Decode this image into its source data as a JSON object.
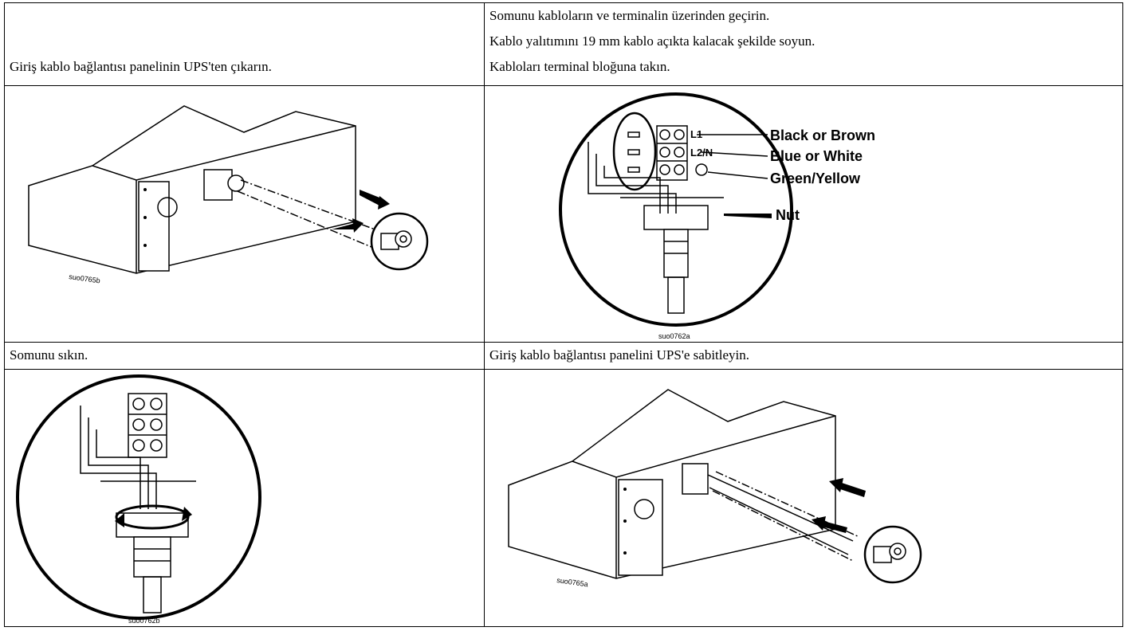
{
  "steps": {
    "remove_panel": "Giriş kablo bağlantısı panelinin UPS'ten çıkarın.",
    "lines_right_top": [
      "Somunu kabloların ve terminalin üzerinden geçirin.",
      "Kablo yalıtımını 19 mm kablo açıkta kalacak şekilde soyun.",
      "Kabloları terminal bloğuna takın."
    ],
    "tighten_nut": "Somunu sıkın.",
    "attach_panel": "Giriş kablo bağlantısı panelini UPS'e sabitleyin."
  },
  "figures": {
    "fig1_code": "suo0765b",
    "fig2_code": "suo0762a",
    "fig3_code": "suo0762b",
    "fig4_code": "suo0765a",
    "terminals": {
      "l1": "L1",
      "l2n": "L2/N"
    },
    "wire_labels": {
      "black_brown": "Black or Brown",
      "blue_white": "Blue or White",
      "green_yellow": "Green/Yellow",
      "nut": "Nut"
    }
  }
}
